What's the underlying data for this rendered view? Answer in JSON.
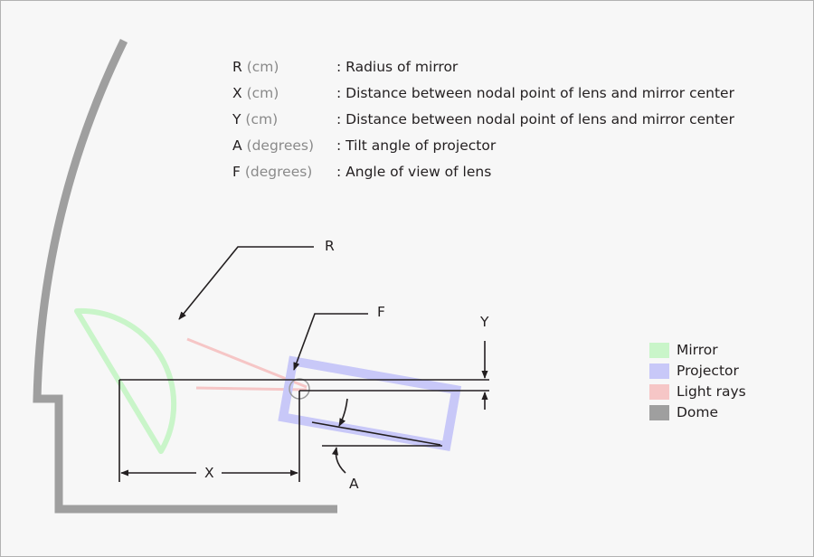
{
  "glossary": [
    {
      "symbol": "R",
      "unit": "(cm)",
      "description": ": Radius of mirror"
    },
    {
      "symbol": "X",
      "unit": "(cm)",
      "description": ": Distance between nodal point of lens and mirror center"
    },
    {
      "symbol": "Y",
      "unit": "(cm)",
      "description": ": Distance between nodal point of lens and mirror center"
    },
    {
      "symbol": "A",
      "unit": "(degrees)",
      "description": ": Tilt angle of projector"
    },
    {
      "symbol": "F",
      "unit": "(degrees)",
      "description": ": Angle of view of lens"
    }
  ],
  "labels": {
    "r": "R",
    "f": "F",
    "y": "Y",
    "x": "X",
    "a": "A"
  },
  "legend": [
    {
      "name": "Mirror",
      "color": "#c9f5c9"
    },
    {
      "name": "Projector",
      "color": "#c8c8f8"
    },
    {
      "name": "Light rays",
      "color": "#f6c6c6"
    },
    {
      "name": "Dome",
      "color": "#9f9f9f"
    }
  ],
  "colors": {
    "mirror": "#c9f5c9",
    "projector": "#c8c8f8",
    "light_rays": "#f6c6c6",
    "dome": "#9f9f9f",
    "lines": "#231f20"
  }
}
